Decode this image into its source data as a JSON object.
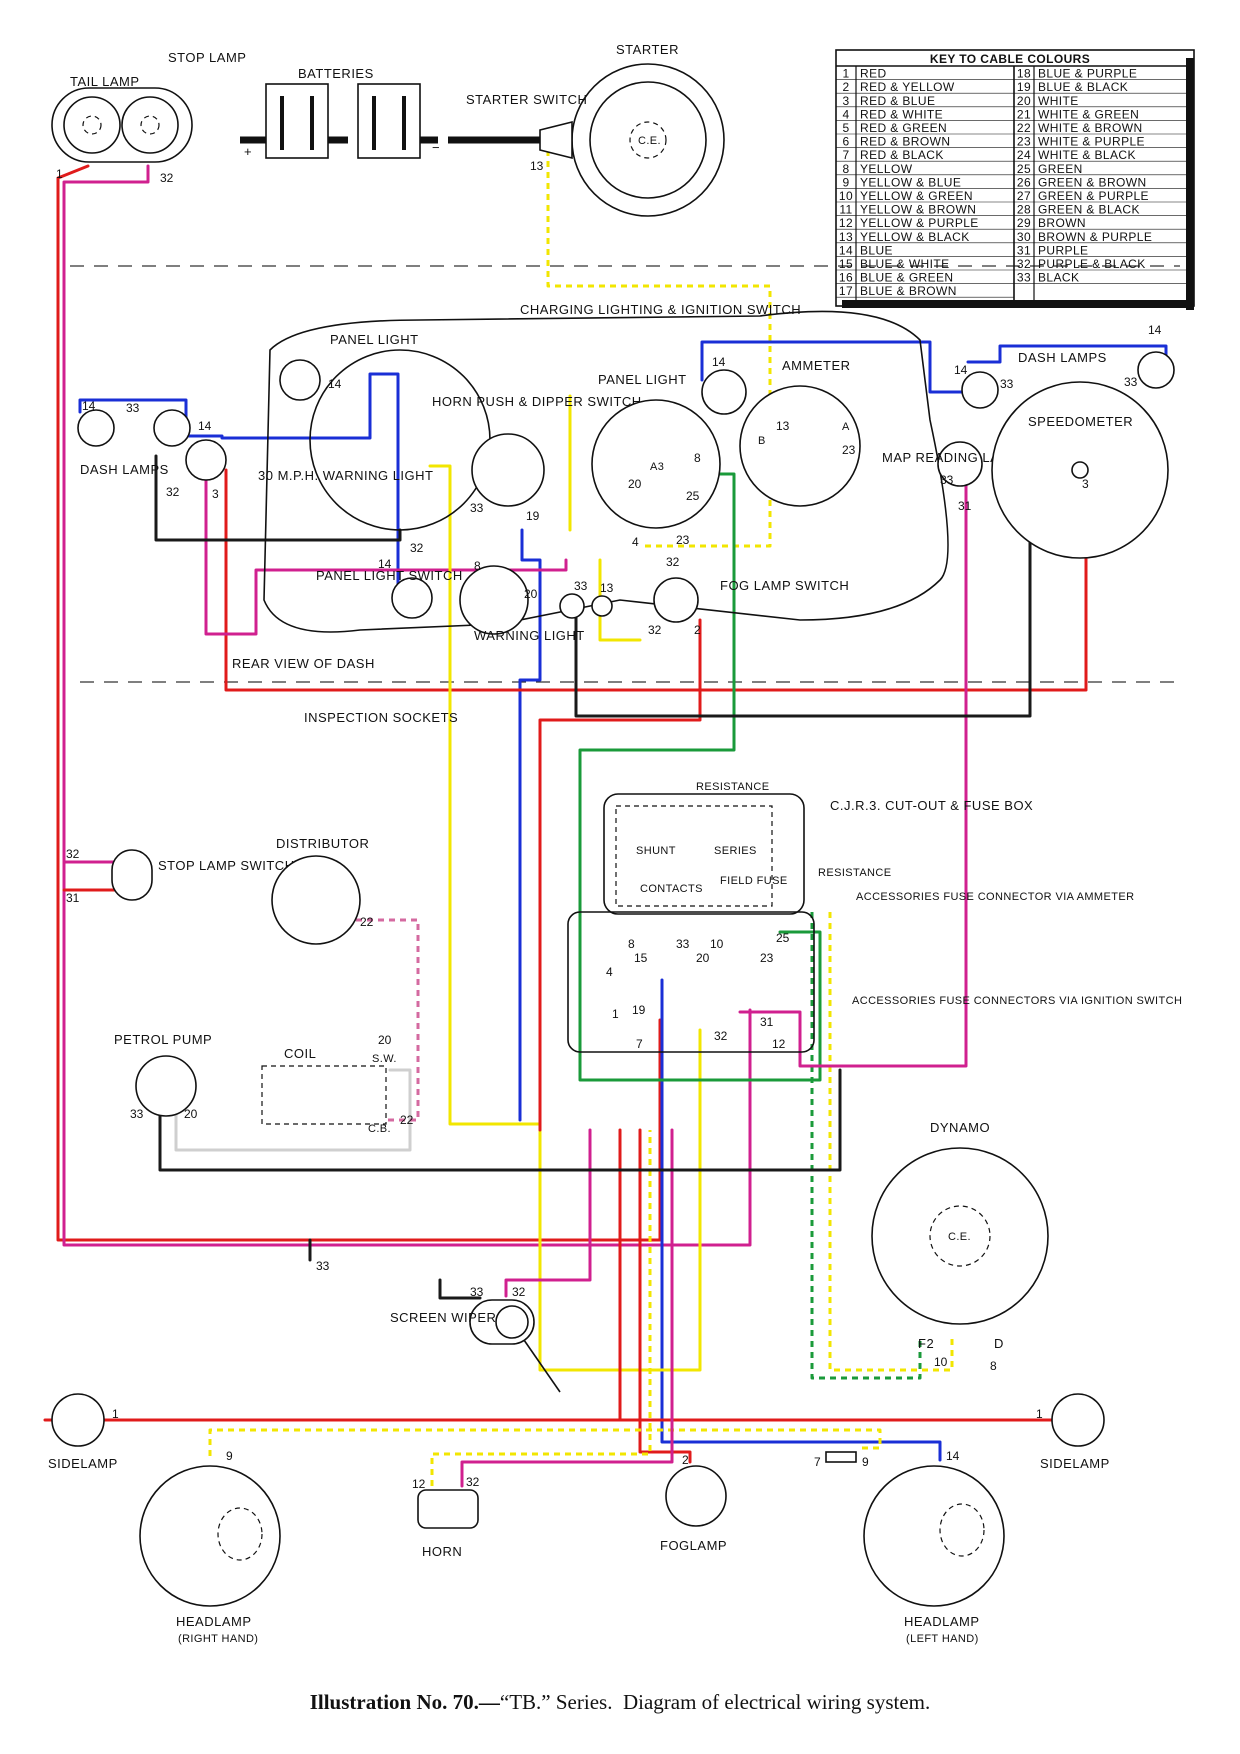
{
  "caption": {
    "prefix": "Illustration No. 70.—",
    "series": "“TB.” Series.",
    "text": "Diagram of electrical wiring system."
  },
  "key": {
    "title": "KEY TO CABLE COLOURS",
    "rows": [
      {
        "n": "1",
        "c": "RED"
      },
      {
        "n": "2",
        "c": "RED & YELLOW"
      },
      {
        "n": "3",
        "c": "RED & BLUE"
      },
      {
        "n": "4",
        "c": "RED & WHITE"
      },
      {
        "n": "5",
        "c": "RED & GREEN"
      },
      {
        "n": "6",
        "c": "RED & BROWN"
      },
      {
        "n": "7",
        "c": "RED & BLACK"
      },
      {
        "n": "8",
        "c": "YELLOW"
      },
      {
        "n": "9",
        "c": "YELLOW & BLUE"
      },
      {
        "n": "10",
        "c": "YELLOW & GREEN"
      },
      {
        "n": "11",
        "c": "YELLOW & BROWN"
      },
      {
        "n": "12",
        "c": "YELLOW & PURPLE"
      },
      {
        "n": "13",
        "c": "YELLOW & BLACK"
      },
      {
        "n": "14",
        "c": "BLUE"
      },
      {
        "n": "15",
        "c": "BLUE & WHITE"
      },
      {
        "n": "16",
        "c": "BLUE & GREEN"
      },
      {
        "n": "17",
        "c": "BLUE & BROWN"
      },
      {
        "n": "18",
        "c": "BLUE & PURPLE"
      },
      {
        "n": "19",
        "c": "BLUE & BLACK"
      },
      {
        "n": "20",
        "c": "WHITE"
      },
      {
        "n": "21",
        "c": "WHITE & GREEN"
      },
      {
        "n": "22",
        "c": "WHITE & BROWN"
      },
      {
        "n": "23",
        "c": "WHITE & PURPLE"
      },
      {
        "n": "24",
        "c": "WHITE & BLACK"
      },
      {
        "n": "25",
        "c": "GREEN"
      },
      {
        "n": "26",
        "c": "GREEN & BROWN"
      },
      {
        "n": "27",
        "c": "GREEN & PURPLE"
      },
      {
        "n": "28",
        "c": "GREEN & BLACK"
      },
      {
        "n": "29",
        "c": "BROWN"
      },
      {
        "n": "30",
        "c": "BROWN & PURPLE"
      },
      {
        "n": "31",
        "c": "PURPLE"
      },
      {
        "n": "32",
        "c": "PURPLE & BLACK"
      },
      {
        "n": "33",
        "c": "BLACK"
      }
    ]
  },
  "labels": {
    "tail_lamp": "TAIL LAMP",
    "stop_lamp": "STOP LAMP",
    "batteries": "BATTERIES",
    "starter_switch": "STARTER SWITCH",
    "starter": "STARTER",
    "panel_light": "PANEL LIGHT",
    "charging": "CHARGING LIGHTING & IGNITION SWITCH",
    "panel_light2": "PANEL LIGHT",
    "ammeter": "AMMETER",
    "dash_lamps_r": "DASH LAMPS",
    "speedometer": "SPEEDOMETER",
    "horn_push": "HORN PUSH & DIPPER SWITCH",
    "dash_lamps_l": "DASH LAMPS",
    "warning_30": "30 M.P.H. WARNING LIGHT",
    "map_reading": "MAP READING LAMP",
    "panel_light_switch": "PANEL LIGHT SWITCH",
    "warning_light": "WARNING LIGHT",
    "fog_lamp_switch": "FOG LAMP SWITCH",
    "rear_view": "REAR VIEW OF DASH",
    "inspection": "INSPECTION SOCKETS",
    "resistance_top": "RESISTANCE",
    "cjr3": "C.J.R.3. CUT-OUT & FUSE BOX",
    "resistance_side": "RESISTANCE",
    "shunt": "SHUNT",
    "series_w": "SERIES",
    "contacts": "CONTACTS",
    "field_fuse": "FIELD FUSE",
    "acc_ammeter": "ACCESSORIES FUSE CONNECTOR VIA AMMETER",
    "acc_ignition": "ACCESSORIES FUSE CONNECTORS VIA IGNITION SWITCH",
    "stop_lamp_switch": "STOP LAMP SWITCH",
    "distributor": "DISTRIBUTOR",
    "petrol_pump": "PETROL PUMP",
    "coil": "COIL",
    "sw": "S.W.",
    "cb": "C.B.",
    "dynamo": "DYNAMO",
    "screen_wiper": "SCREEN WIPER",
    "sidelamp_l": "SIDELAMP",
    "sidelamp_r": "SIDELAMP",
    "horn": "HORN",
    "foglamp": "FOGLAMP",
    "headlamp_rh": "HEADLAMP",
    "headlamp_rh_sub": "(RIGHT HAND)",
    "headlamp_lh": "HEADLAMP",
    "headlamp_lh_sub": "(LEFT HAND)",
    "plus": "+",
    "minus": "−",
    "ce": "C.E.",
    "ce2": "C.E."
  },
  "colors": {
    "red": "#e01b1b",
    "yellow": "#f2e600",
    "blue": "#1a2fd6",
    "green": "#1a9a3a",
    "purple": "#d0208f",
    "black": "#1a1a1a",
    "white": "#cfcfcf"
  }
}
